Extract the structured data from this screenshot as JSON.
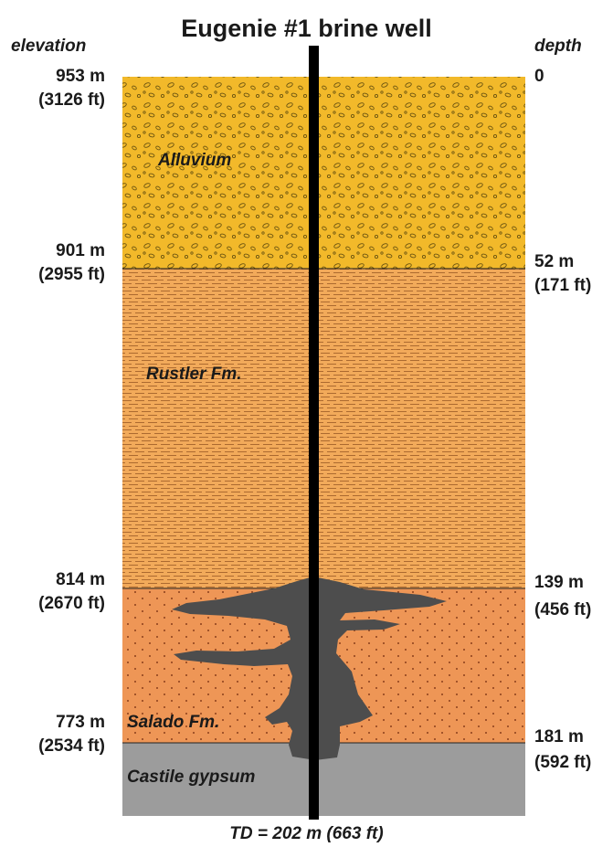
{
  "title": "Eugenie #1 brine well",
  "elevation_header": "elevation",
  "depth_header": "depth",
  "layers": [
    {
      "name": "Alluvium",
      "color": "#F2B92A"
    },
    {
      "name": "Rustler Fm.",
      "color": "#F2AA5A"
    },
    {
      "name": "Salado Fm.",
      "color": "#EE9656"
    },
    {
      "name": "Castile gypsum",
      "color": "#9C9C9C"
    }
  ],
  "boundaries": [
    {
      "elev_m": "953 m",
      "elev_ft": "(3126 ft)",
      "depth_m": "0",
      "depth_ft": ""
    },
    {
      "elev_m": "901 m",
      "elev_ft": "(2955 ft)",
      "depth_m": "52 m",
      "depth_ft": "(171 ft)"
    },
    {
      "elev_m": "814 m",
      "elev_ft": "(2670 ft)",
      "depth_m": "139 m",
      "depth_ft": "(456 ft)"
    },
    {
      "elev_m": "773 m",
      "elev_ft": "(2534 ft)",
      "depth_m": "181 m",
      "depth_ft": "(592 ft)"
    }
  ],
  "total_depth": "TD = 202 m (663 ft)",
  "colors": {
    "borehole": "#000000",
    "cavity": "#4D4D4D",
    "text": "#1a1a1a"
  }
}
